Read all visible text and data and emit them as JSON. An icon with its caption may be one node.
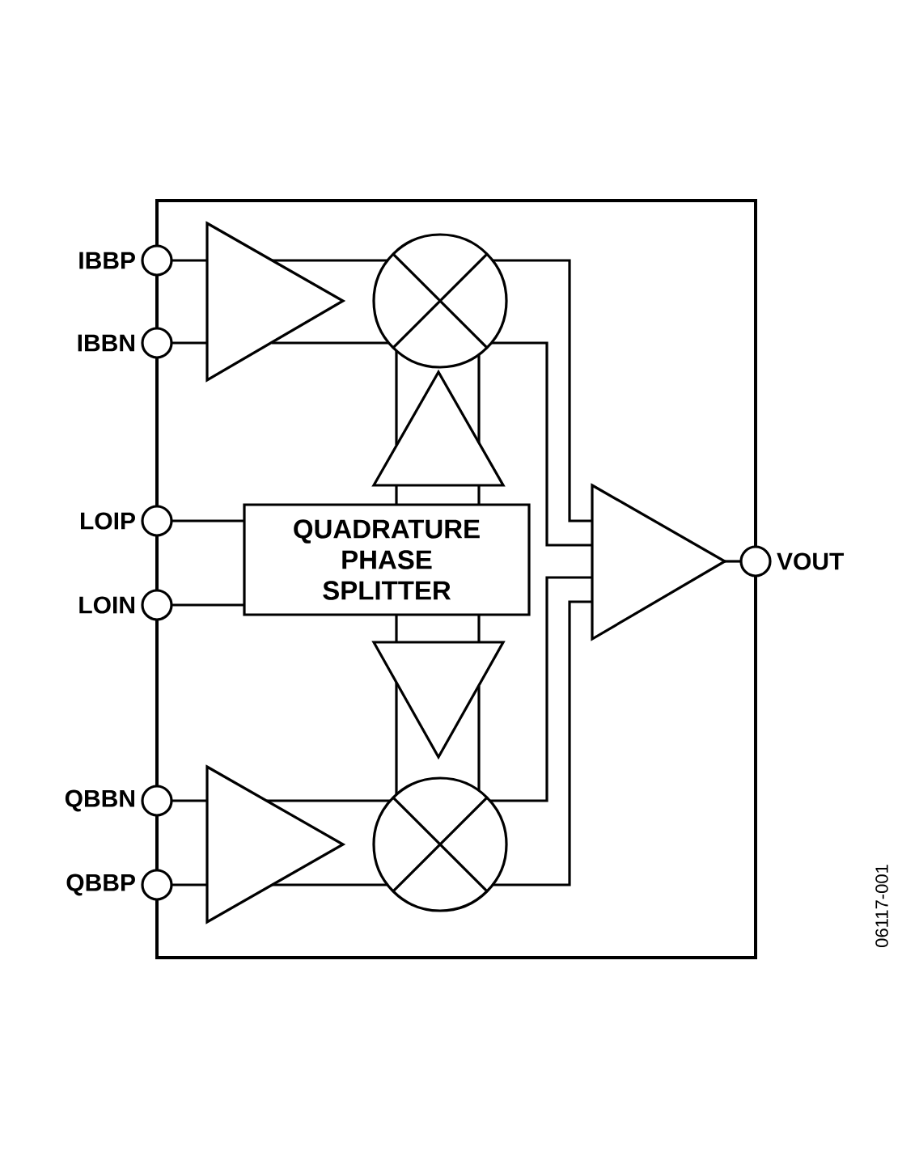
{
  "diagram": {
    "nodes": [
      {
        "text": [
          "IBBP"
        ]
      },
      {
        "text": [
          "IBBN"
        ]
      },
      {
        "text": [
          "LOIP"
        ]
      },
      {
        "text": [
          "LOIN"
        ]
      },
      {
        "text": [
          "QBBN"
        ]
      },
      {
        "text": [
          "QBBP"
        ]
      },
      {
        "text": [
          "VOUT"
        ]
      },
      {
        "text": [],
        "shape": "triangle"
      },
      {
        "text": [],
        "shape": "circle"
      },
      {
        "text": [],
        "shape": "triangle"
      },
      {
        "text": [
          "QUADRATURE PHASE SPLITTER"
        ]
      },
      {
        "text": [],
        "shape": "triangle"
      },
      {
        "text": [],
        "shape": "triangle"
      },
      {
        "text": [],
        "shape": "circle"
      },
      {
        "text": [],
        "shape": "triangle"
      }
    ],
    "edges": [
      {
        "from": 0,
        "to": 7,
        "arrow": "none"
      },
      {
        "from": 1,
        "to": 7,
        "arrow": "none"
      },
      {
        "from": 7,
        "to": 8,
        "arrow": "none"
      },
      {
        "from": 7,
        "to": 8,
        "arrow": "none"
      },
      {
        "from": 8,
        "to": 14,
        "arrow": "none"
      },
      {
        "from": 8,
        "to": 14,
        "arrow": "none"
      },
      {
        "from": 10,
        "to": 9,
        "arrow": "none"
      },
      {
        "from": 10,
        "to": 9,
        "arrow": "none"
      },
      {
        "from": 9,
        "to": 8,
        "arrow": "none"
      },
      {
        "from": 9,
        "to": 8,
        "arrow": "none"
      },
      {
        "from": 2,
        "to": 10,
        "arrow": "none"
      },
      {
        "from": 3,
        "to": 10,
        "arrow": "none"
      },
      {
        "from": 10,
        "to": 11,
        "arrow": "none"
      },
      {
        "from": 10,
        "to": 11,
        "arrow": "none"
      },
      {
        "from": 11,
        "to": 13,
        "arrow": "none"
      },
      {
        "from": 11,
        "to": 13,
        "arrow": "none"
      },
      {
        "from": 4,
        "to": 12,
        "arrow": "none"
      },
      {
        "from": 5,
        "to": 12,
        "arrow": "none"
      },
      {
        "from": 12,
        "to": 13,
        "arrow": "none"
      },
      {
        "from": 12,
        "to": 13,
        "arrow": "none"
      },
      {
        "from": 13,
        "to": 14,
        "arrow": "none"
      },
      {
        "from": 13,
        "to": 14,
        "arrow": "none"
      },
      {
        "from": 14,
        "to": 6,
        "arrow": "none"
      }
    ],
    "labels": [
      "06117-001"
    ]
  }
}
